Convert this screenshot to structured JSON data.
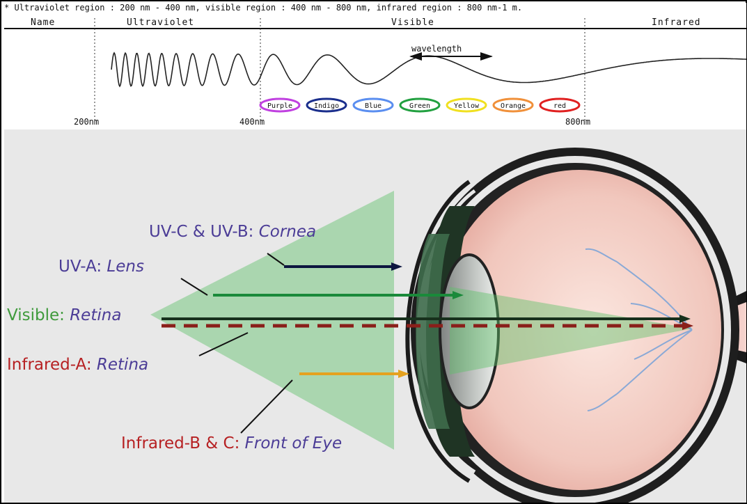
{
  "spectrum": {
    "note": "* Ultraviolet region : 200 nm - 400 nm, visible region : 400 nm - 800 nm, infrared region : 800 nm-1 m.",
    "headers": {
      "name": "Name",
      "ultraviolet": "Ultraviolet",
      "visible": "Visible",
      "infrared": "Infrared"
    },
    "wavelength_label": "wavelength",
    "colors": [
      {
        "label": "Purple",
        "color": "#c040e0"
      },
      {
        "label": "Indigo",
        "color": "#1a2e8c"
      },
      {
        "label": "Blue",
        "color": "#5a8ef0"
      },
      {
        "label": "Green",
        "color": "#22a040"
      },
      {
        "label": "Yellow",
        "color": "#f0e020"
      },
      {
        "label": "Orange",
        "color": "#f0903a"
      },
      {
        "label": "red",
        "color": "#e02020"
      }
    ],
    "ticks": [
      "200nm",
      "400nm",
      "800nm"
    ]
  },
  "eye": {
    "labels": {
      "uvc_uvb_prefix": "UV-C & UV-B: ",
      "uvc_uvb_target": "Cornea",
      "uva_prefix": "UV-A: ",
      "uva_target": "Lens",
      "visible_prefix": "Visible: ",
      "visible_target": "Retina",
      "ira_prefix": "Infrared-A: ",
      "ira_target": "Retina",
      "irbc_prefix": "Infrared-B & C: ",
      "irbc_target": "Front of Eye"
    },
    "colors": {
      "label_purple": "#4b3c96",
      "label_green": "#3f9a3c",
      "label_red": "#b62022",
      "beam_green": "#5fc16a",
      "arrow_navy": "#0d1640",
      "arrow_green": "#1a8a3a",
      "arrow_dark": "#17301c",
      "arrow_red": "#8a1f1a",
      "arrow_orange": "#e5a21f"
    }
  }
}
